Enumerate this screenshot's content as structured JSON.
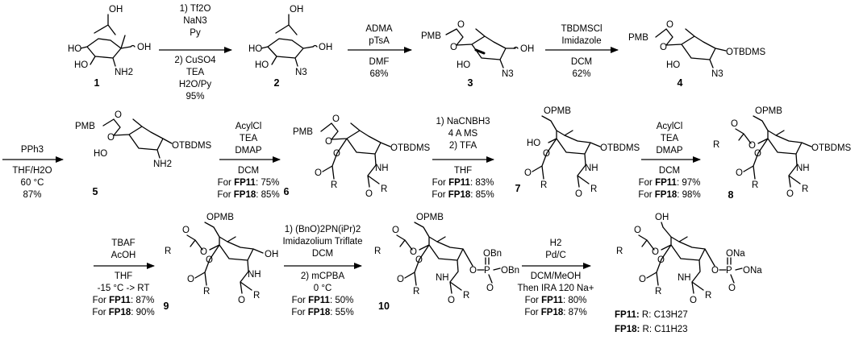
{
  "scheme": {
    "compounds": {
      "c1": {
        "number": "1",
        "labels": {
          "oh_top": "OH",
          "ho_left": "HO",
          "ho_bottom": "HO",
          "nh2": "NH2",
          "oh_right": "OH"
        }
      },
      "c2": {
        "number": "2",
        "labels": {
          "oh_top": "OH",
          "ho_left": "HO",
          "ho_bottom": "HO",
          "n3": "N3",
          "oh_right": "OH"
        }
      },
      "c3": {
        "number": "3",
        "labels": {
          "pmb": "PMB",
          "o1": "O",
          "o2": "O",
          "ho": "HO",
          "n3": "N3",
          "oh": "OH"
        }
      },
      "c4": {
        "number": "4",
        "labels": {
          "pmb": "PMB",
          "o1": "O",
          "o2": "O",
          "ho": "HO",
          "n3": "N3",
          "otbdms": "OTBDMS"
        }
      },
      "c5": {
        "number": "5",
        "labels": {
          "pmb": "PMB",
          "o1": "O",
          "o2": "O",
          "ho": "HO",
          "nh2": "NH2",
          "otbdms": "OTBDMS"
        }
      },
      "c6": {
        "number": "6",
        "labels": {
          "pmb": "PMB",
          "o1": "O",
          "o2": "O",
          "o3": "O",
          "o_ester": "O",
          "o_amide": "O",
          "r1": "R",
          "nh": "NH",
          "r2": "R",
          "otbdms": "OTBDMS"
        }
      },
      "c7": {
        "number": "7",
        "labels": {
          "opmb": "OPMB",
          "ho": "HO",
          "o3": "O",
          "o_ester": "O",
          "o_amide": "O",
          "r1": "R",
          "nh": "NH",
          "r2": "R",
          "otbdms": "OTBDMS"
        }
      },
      "c8": {
        "number": "8",
        "labels": {
          "opmb": "OPMB",
          "o_top": "O",
          "r_top": "R",
          "o4": "O",
          "o3": "O",
          "o_ester": "O",
          "o_amide": "O",
          "r1": "R",
          "nh": "NH",
          "r2": "R",
          "otbdms": "OTBDMS"
        }
      },
      "c9": {
        "number": "9",
        "labels": {
          "opmb": "OPMB",
          "o_top": "O",
          "r_top": "R",
          "o4": "O",
          "o3": "O",
          "o_ester": "O",
          "o_amide": "O",
          "r1": "R",
          "nh": "NH",
          "r2": "R",
          "oh": "OH"
        }
      },
      "c10": {
        "number": "10",
        "labels": {
          "opmb": "OPMB",
          "o_top": "O",
          "r_top": "R",
          "o4": "O",
          "o3": "O",
          "o_ester": "O",
          "o_amide": "O",
          "r1": "R",
          "nh": "NH",
          "r2": "R",
          "o_p": "O",
          "p": "P",
          "obn1": "OBn",
          "obn2": "OBn",
          "p_o": "O"
        }
      },
      "c11": {
        "number": "",
        "labels": {
          "oh": "OH",
          "o_top": "O",
          "r_top": "R",
          "o4": "O",
          "o3": "O",
          "o_ester": "O",
          "o_amide": "O",
          "r1": "R",
          "nh": "NH",
          "r2": "R",
          "o_p": "O",
          "p": "P",
          "ona1": "ONa",
          "ona2": "ONa",
          "p_o": "O"
        }
      }
    },
    "steps": [
      {
        "above": [
          "1) Tf2O",
          "NaN3",
          "Py"
        ],
        "below": [
          "2) CuSO4",
          "TEA",
          "H2O/Py",
          "95%"
        ]
      },
      {
        "above": [
          "ADMA",
          "pTsA"
        ],
        "below": [
          "DMF",
          "68%"
        ]
      },
      {
        "above": [
          "TBDMSCl",
          "Imidazole"
        ],
        "below": [
          "DCM",
          "62%"
        ]
      },
      {
        "above": [
          "PPh3"
        ],
        "below": [
          "THF/H2O",
          "60 °C",
          "87%"
        ]
      },
      {
        "above": [
          "AcylCl",
          "TEA",
          "DMAP"
        ],
        "below": [
          "DCM"
        ],
        "yields": [
          {
            "name": "FP11",
            "value": ": 75%"
          },
          {
            "name": "FP18",
            "value": ": 85%"
          }
        ]
      },
      {
        "above": [
          "1) NaCNBH3",
          "4 A MS",
          "2) TFA"
        ],
        "below": [
          "THF"
        ],
        "yields": [
          {
            "name": "FP11",
            "value": ": 83%"
          },
          {
            "name": "FP18",
            "value": ": 85%"
          }
        ]
      },
      {
        "above": [
          "AcylCl",
          "TEA",
          "DMAP"
        ],
        "below": [
          "DCM"
        ],
        "yields": [
          {
            "name": "FP11",
            "value": ": 97%"
          },
          {
            "name": "FP18",
            "value": ": 98%"
          }
        ]
      },
      {
        "above": [
          "TBAF",
          "AcOH"
        ],
        "below": [
          "THF",
          "-15 °C -> RT"
        ],
        "yields": [
          {
            "name": "FP11",
            "value": ": 87%"
          },
          {
            "name": "FP18",
            "value": ": 90%"
          }
        ]
      },
      {
        "above": [
          "1) (BnO)2PN(iPr)2",
          "Imidazolium Triflate",
          "DCM"
        ],
        "below": [
          "2) mCPBA",
          "0 °C"
        ],
        "yields": [
          {
            "name": "FP11",
            "value": ": 50%"
          },
          {
            "name": "FP18",
            "value": ": 55%"
          }
        ]
      },
      {
        "above": [
          "H2",
          "Pd/C"
        ],
        "below": [
          "DCM/MeOH",
          "Then IRA 120 Na+"
        ],
        "yields": [
          {
            "name": "FP11",
            "value": ": 80%"
          },
          {
            "name": "FP18",
            "value": ": 87%"
          }
        ]
      }
    ],
    "legend": [
      {
        "name": "FP11:",
        "value": "R: C13H27"
      },
      {
        "name": "FP18:",
        "value": "R: C11H23"
      }
    ]
  }
}
